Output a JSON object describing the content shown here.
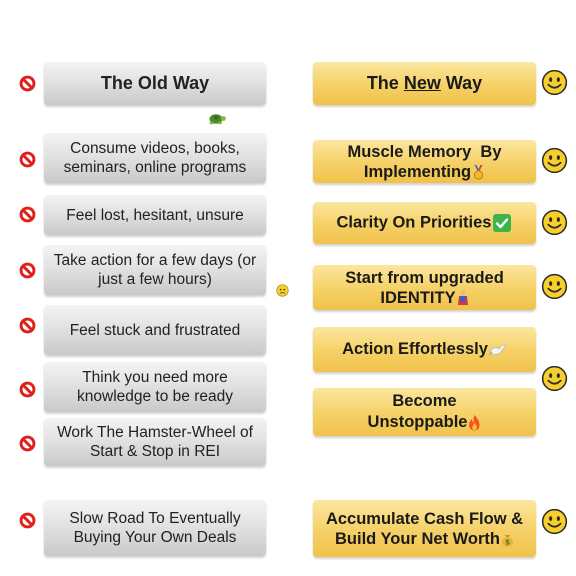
{
  "old_way": {
    "title": "The Old Way",
    "items": [
      "Consume videos, books, seminars, online programs",
      "Feel lost, hesitant, unsure",
      "Take action for a few days (or just a few hours)",
      "Feel stuck and frustrated",
      "Think you need more knowledge to be ready",
      "Work The Hamster-Wheel of Start & Stop in REI",
      "Slow Road To Eventually Buying Your Own Deals"
    ]
  },
  "new_way": {
    "title_pre": "The ",
    "title_underlined": "New",
    "title_post": " Way",
    "items": [
      "Muscle Memory  By Implementing",
      "Clarity On Priorities",
      "Start from upgraded IDENTITY",
      "Action Effortlessly",
      "Become Unstoppable",
      "Accumulate Cash Flow & Build Your Net Worth"
    ]
  },
  "icons": {
    "old_marker": "no-entry-icon",
    "new_marker": "smiley-face-icon",
    "decor": [
      "turtle-icon",
      "confused-face-icon",
      "medal-icon",
      "check-mark-icon",
      "superhero-icon",
      "dove-icon",
      "fire-icon",
      "money-bag-icon"
    ]
  },
  "colors": {
    "no_entry_red": "#e0201b",
    "smiley_yellow": "#f6cf2c",
    "gold_box": "#f6d26a",
    "gray_box": "#d8d8d8"
  }
}
